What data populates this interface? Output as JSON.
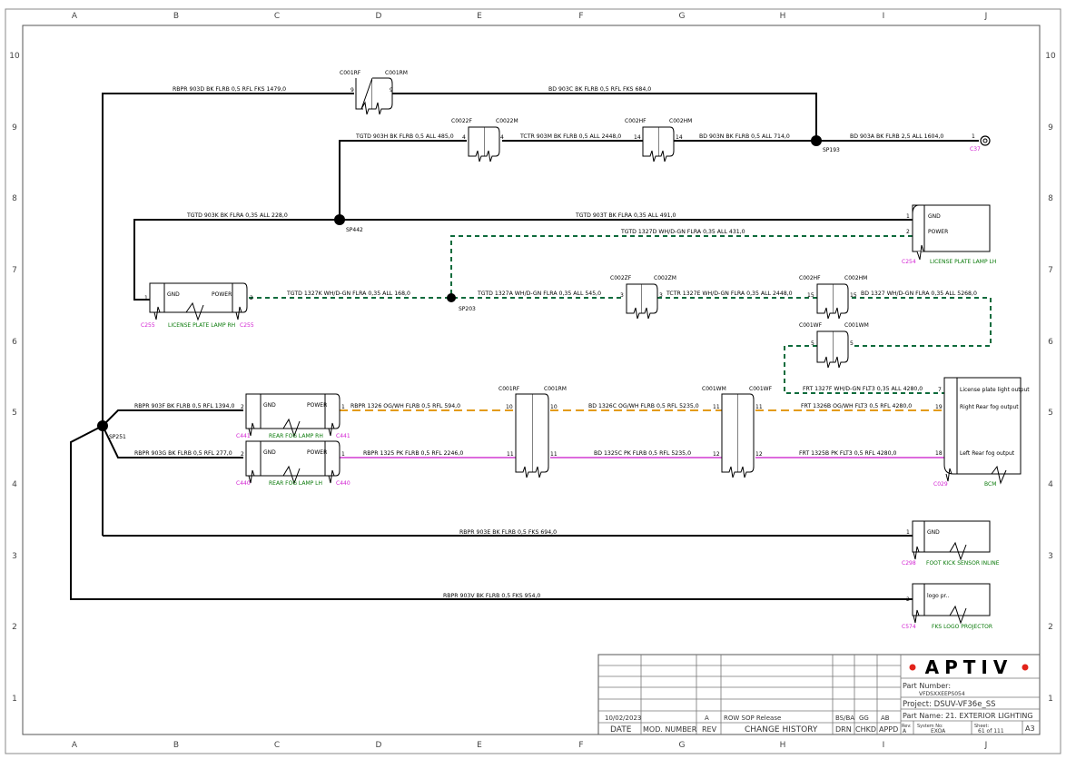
{
  "grid": {
    "columns": [
      "A",
      "B",
      "C",
      "D",
      "E",
      "F",
      "G",
      "H",
      "I",
      "J"
    ],
    "rows": [
      "10",
      "9",
      "8",
      "7",
      "6",
      "5",
      "4",
      "3",
      "2",
      "1"
    ]
  },
  "colors": {
    "black": "#000000",
    "green_dashed": "#0e6b3c",
    "orange_dashed": "#e39b1a",
    "pink": "#d23ad2",
    "connector_label": "#d21fd2",
    "component_label": "#0a7a0a",
    "logo_red": "#e2231a"
  },
  "splices": {
    "sp193": "SP193",
    "sp442": "SP442",
    "sp203": "SP203",
    "sp251": "SP251"
  },
  "connectors": {
    "c001rf_top": "C001RF",
    "c001rm_top": "C001RM",
    "c002zf_top": "C0022F",
    "c002zm_top": "C0022M",
    "c002hf_top": "C002HF",
    "c002hm_top": "C002HM",
    "c002zf_mid": "C002ZF",
    "c002zm_mid": "C002ZM",
    "c002hf_mid": "C002HF",
    "c002hm_mid": "C002HM",
    "c001wf_mid": "C001WF",
    "c001wm_mid": "C001WM",
    "c001rf_low": "C001RF",
    "c001rm_low": "C001RM",
    "c001wm_low": "C001WM",
    "c001wf_low": "C001WF",
    "c37": "C37",
    "c254": "C254",
    "c255a": "C255",
    "c255b": "C255",
    "c441a": "C441",
    "c441b": "C441",
    "c440a": "C440",
    "c440b": "C440",
    "c029": "C029",
    "c298": "C298",
    "c574": "C574"
  },
  "components": {
    "lic_lh": {
      "name": "LICENSE PLATE LAMP LH",
      "pin_gnd": "GND",
      "pin_power": "POWER"
    },
    "lic_rh": {
      "name": "LICENSE PLATE LAMP RH",
      "pin_gnd": "GND",
      "pin_power": "POWER"
    },
    "fog_rh": {
      "name": "REAR FOG LAMP RH",
      "pin_gnd": "GND",
      "pin_power": "POWER"
    },
    "fog_lh": {
      "name": "REAR FOG LAMP LH",
      "pin_gnd": "GND",
      "pin_power": "POWER"
    },
    "bcm": {
      "name": "BCM",
      "pin_lic": "License plate light output",
      "pin_rfog": "Right Rear fog output",
      "pin_lfog": "Left Rear fog output"
    },
    "kick": {
      "name": "FOOT KICK SENSOR INLINE",
      "pin_gnd": "GND"
    },
    "logo": {
      "name": "FKS LOGO PROJECTOR",
      "pin": "logo pr.."
    }
  },
  "wires": {
    "w1": "RBPR  903D  BK  FLRB  0,5  RFL  FKS  1479,0",
    "w2": "BD  903C  BK  FLRB  0,5  RFL  FKS  684,0",
    "w3": "TGTD  903H  BK  FLRB  0,5  ALL  485,0",
    "w4": "TCTR  903M  BK  FLRB  0,5  ALL  2448,0",
    "w5": "BD  903N  BK  FLRB  0,5  ALL  714,0",
    "w6": "BD  903A  BK  FLRB  2,5  ALL  1604,0",
    "w7": "TGTD  903K  BK  FLRA  0,35  ALL  228,0",
    "w8": "TGTD  903T  BK  FLRA  0,35  ALL  491,0",
    "w9": "TGTD  1327D  WH/D-GN  FLRA  0,35  ALL  431,0",
    "w10": "TGTD  1327K  WH/D-GN  FLRA  0,35  ALL  168,0",
    "w11": "TGTD  1327A  WH/D-GN  FLRA  0,35  ALL  545,0",
    "w12": "TCTR  1327E  WH/D-GN  FLRA  0,35  ALL  2448,0",
    "w13": "BD  1327  WH/D-GN  FLRA  0,35  ALL  5268,0",
    "w14": "FRT  1327F  WH/D-GN  FLT3  0,35  ALL  4280,0",
    "w15": "RBPR  903F  BK  FLRB  0,5  RFL  1394,0",
    "w16": "RBPR  1326  OG/WH  FLRB  0,5  RFL  594,0",
    "w17": "BD  1326C  OG/WH  FLRB  0,5  RFL  5235,0",
    "w18": "FRT  1326B  OG/WH  FLT3  0,5  RFL  4280,0",
    "w19": "RBPR  903G  BK  FLRB  0,5  RFL  277,0",
    "w20": "RBPR  1325  PK  FLRB  0,5  RFL  2246,0",
    "w21": "BD  1325C  PK  FLRB  0,5  RFL  5235,0",
    "w22": "FRT  1325B  PK  FLT3  0,5  RFL  4280,0",
    "w23": "RBPR  903E  BK  FLRB  0,5  FKS  694,0",
    "w24": "RBPR  903V  BK  FLRB  0,5  FKS  954,0"
  },
  "title_block": {
    "row_date": "10/02/2023",
    "row_rev": "A",
    "row_change": "ROW SOP Release",
    "row_drn": "BS/BA",
    "row_chkd": "GG",
    "row_appd": "AB",
    "h_date": "DATE",
    "h_mod": "MOD. NUMBER",
    "h_rev": "REV",
    "h_change": "CHANGE HISTORY",
    "h_drn": "DRN",
    "h_chkd": "CHKD",
    "h_appd": "APPD",
    "logo": "APTIV",
    "part_number_label": "Part Number:",
    "part_number": "VFDSXXEEPS054",
    "project": "Project: DSUV-VF36e_SS",
    "part_name": "Part Name:  21. EXTERIOR LIGHTING",
    "rev_label": "Rev:",
    "rev_value": "A",
    "system_label": "System No:",
    "system_value": "EXOA",
    "sheet_label": "Sheet:",
    "sheet_value": "61  of 111",
    "size": "A3"
  }
}
